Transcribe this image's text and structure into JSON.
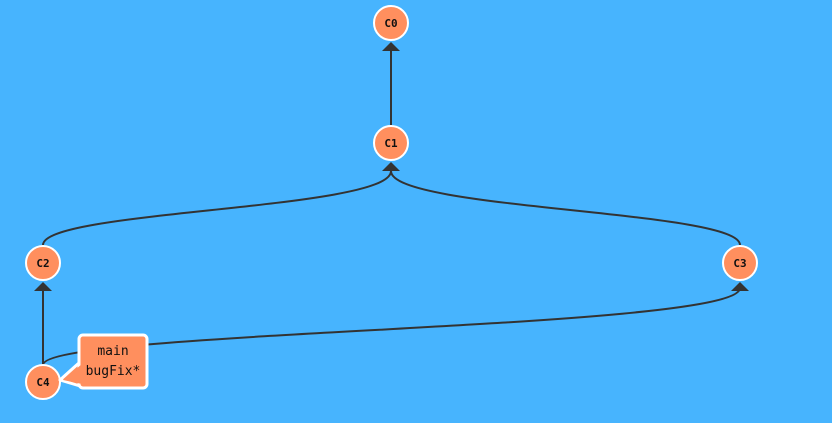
{
  "colors": {
    "background": "#47b4fe",
    "node_fill": "#ff8f5e",
    "node_stroke": "#ffffff",
    "edge": "#333333",
    "branch_fill": "#ff8f5e",
    "branch_stroke": "#ffffff"
  },
  "commits": [
    {
      "id": "C0",
      "label": "C0"
    },
    {
      "id": "C1",
      "label": "C1"
    },
    {
      "id": "C2",
      "label": "C2"
    },
    {
      "id": "C3",
      "label": "C3"
    },
    {
      "id": "C4",
      "label": "C4"
    }
  ],
  "edges": [
    {
      "from": "C1",
      "to": "C0"
    },
    {
      "from": "C2",
      "to": "C1"
    },
    {
      "from": "C3",
      "to": "C1"
    },
    {
      "from": "C4",
      "to": "C2"
    },
    {
      "from": "C4",
      "to": "C3"
    }
  ],
  "branch_tag": {
    "target": "C4",
    "lines": [
      "main",
      "bugFix*"
    ]
  }
}
